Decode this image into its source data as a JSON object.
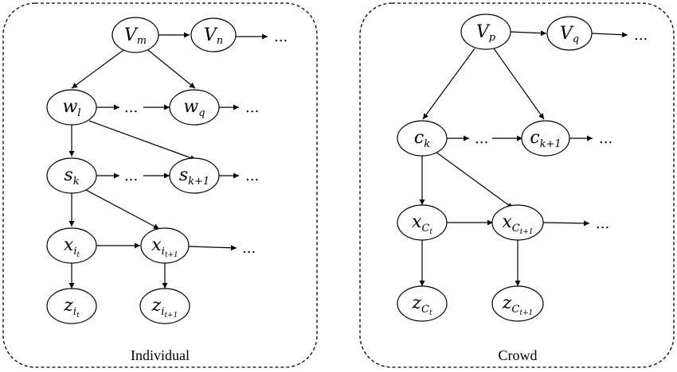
{
  "panels": {
    "individual": {
      "title": "Individual",
      "nodes": {
        "vm": {
          "base": "V",
          "sub": "m"
        },
        "vn": {
          "base": "V",
          "sub": "n"
        },
        "wl": {
          "base": "w",
          "sub": "l"
        },
        "wq": {
          "base": "w",
          "sub": "q"
        },
        "sk": {
          "base": "s",
          "sub": "k"
        },
        "sk1": {
          "base": "s",
          "sub": "k+1"
        },
        "xi": {
          "base": "x",
          "sub": "i",
          "sub2": "t"
        },
        "xi1": {
          "base": "x",
          "sub": "i",
          "sub2": "t+1"
        },
        "zi": {
          "base": "z",
          "sub": "i",
          "sub2": "t"
        },
        "zi1": {
          "base": "z",
          "sub": "i",
          "sub2": "t+1"
        }
      }
    },
    "crowd": {
      "title": "Crowd",
      "nodes": {
        "vp": {
          "base": "V",
          "sub": "p"
        },
        "vq": {
          "base": "V",
          "sub": "q"
        },
        "ck": {
          "base": "c",
          "sub": "k"
        },
        "ck1": {
          "base": "c",
          "sub": "k+1"
        },
        "xc": {
          "base": "x",
          "sub": "C",
          "sub2": "t"
        },
        "xc1": {
          "base": "x",
          "sub": "C",
          "sub2": "t+1"
        },
        "zc": {
          "base": "z",
          "sub": "C",
          "sub2": "t"
        },
        "zc1": {
          "base": "z",
          "sub": "C",
          "sub2": "t+1"
        }
      }
    }
  },
  "ellipsis": "..."
}
